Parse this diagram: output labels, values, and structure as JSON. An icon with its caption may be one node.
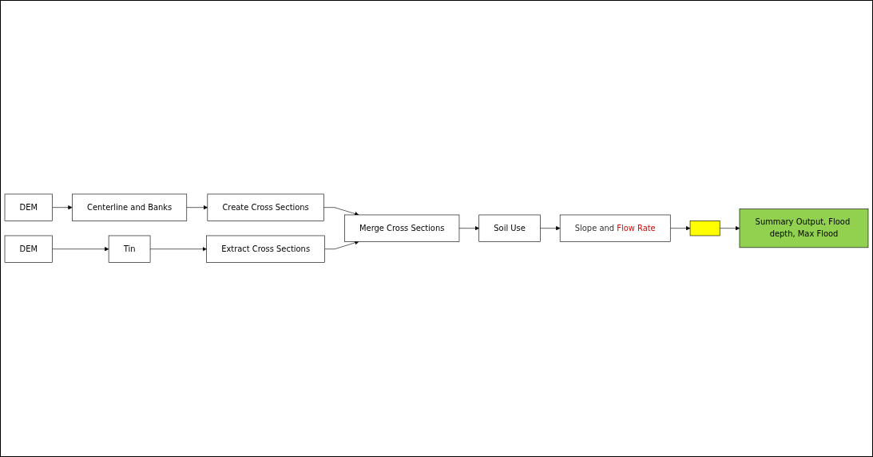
{
  "diagram": {
    "nodes": [
      {
        "text": [
          "DEM"
        ]
      },
      {
        "text": [
          "Centerline and Banks"
        ]
      },
      {
        "text": [
          "Create Cross Sections"
        ]
      },
      {
        "text": [
          "DEM"
        ]
      },
      {
        "text": [
          "Tin"
        ]
      },
      {
        "text": [
          "Extract Cross Sections"
        ]
      },
      {
        "text": [
          "Merge Cross Sections"
        ]
      },
      {
        "text": [
          "Soil Use"
        ]
      },
      {
        "text": [
          "Slope and Flow Rate"
        ]
      },
      {
        "text": [],
        "shape": "box"
      },
      {
        "text": [
          "Summary Output, Flood depth, Max Flood"
        ]
      }
    ],
    "edges": [
      {
        "from": 0,
        "to": 1,
        "arrow": "to"
      },
      {
        "from": 1,
        "to": 2,
        "arrow": "to"
      },
      {
        "from": 2,
        "to": 6,
        "arrow": "to"
      },
      {
        "from": 3,
        "to": 4,
        "arrow": "to"
      },
      {
        "from": 4,
        "to": 5,
        "arrow": "to"
      },
      {
        "from": 5,
        "to": 6,
        "arrow": "to"
      },
      {
        "from": 6,
        "to": 7,
        "arrow": "to"
      },
      {
        "from": 7,
        "to": 8,
        "arrow": "to"
      },
      {
        "from": 8,
        "to": 9,
        "arrow": "to"
      },
      {
        "from": 9,
        "to": 10,
        "arrow": "to"
      }
    ]
  }
}
